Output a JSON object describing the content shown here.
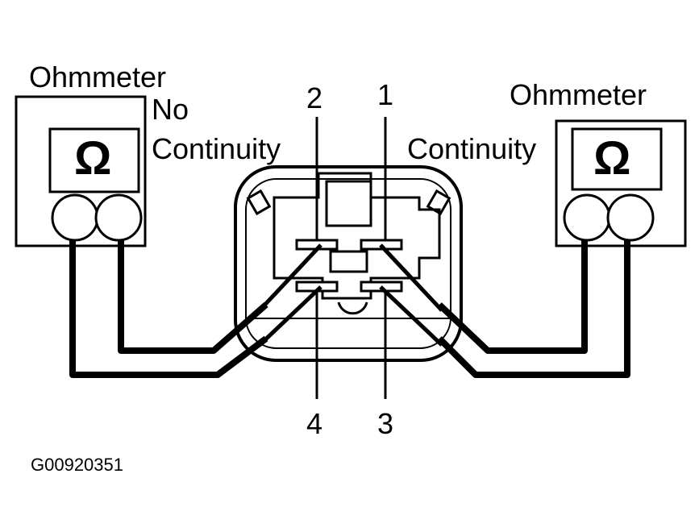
{
  "labels": {
    "left_meter": "Ohmmeter",
    "right_meter": "Ohmmeter",
    "no_line1": "No",
    "no_line2": "Continuity",
    "continuity": "Continuity",
    "omega": "Ω",
    "figure_code": "G00920351"
  },
  "terminals": [
    "1",
    "2",
    "3",
    "4"
  ]
}
